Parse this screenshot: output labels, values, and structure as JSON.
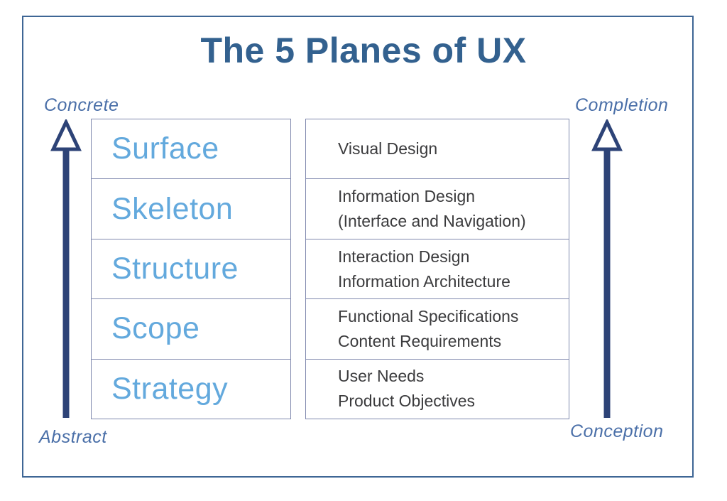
{
  "title": "The 5 Planes of UX",
  "axes": {
    "left": {
      "top": "Concrete",
      "bottom": "Abstract"
    },
    "right": {
      "top": "Completion",
      "bottom": "Conception"
    }
  },
  "planes": [
    {
      "name": "Surface",
      "desc": [
        "Visual Design"
      ]
    },
    {
      "name": "Skeleton",
      "desc": [
        "Information Design",
        "(Interface and Navigation)"
      ]
    },
    {
      "name": "Structure",
      "desc": [
        "Interaction Design",
        "Information Architecture"
      ]
    },
    {
      "name": "Scope",
      "desc": [
        "Functional Specifications",
        "Content Requirements"
      ]
    },
    {
      "name": "Strategy",
      "desc": [
        "User Needs",
        "Product Objectives"
      ]
    }
  ],
  "colors": {
    "title": "#33618f",
    "plane_name": "#63a9dd",
    "description_text": "#3b3b3d",
    "box_border": "#8089ae",
    "frame_border": "#3e6695",
    "arrow": "#2d4377",
    "axis_label": "#4a6fa8"
  }
}
